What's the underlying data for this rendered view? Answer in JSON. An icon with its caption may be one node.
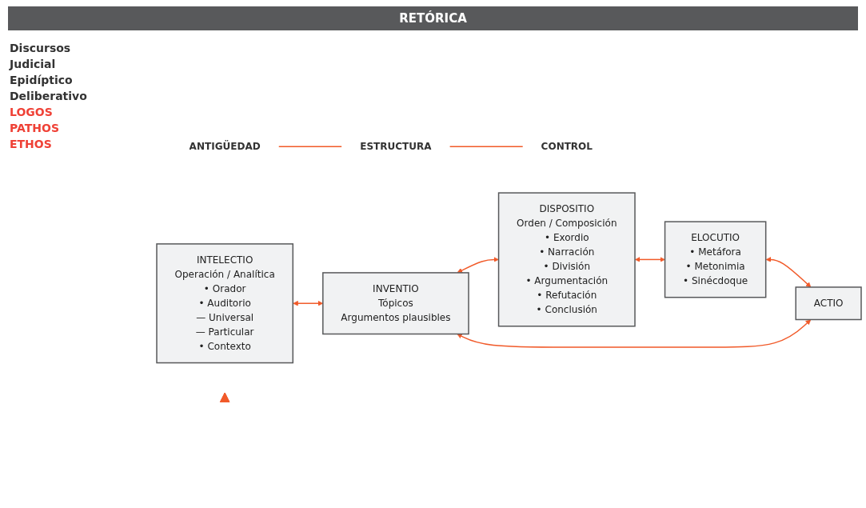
{
  "diagram": {
    "title": "RETÓRICA",
    "nodes": [
      {
        "text": [
          "ANTIGÜEDAD"
        ]
      },
      {
        "text": [
          "ESTRUCTURA"
        ]
      },
      {
        "text": [
          "CONTROL"
        ]
      },
      {
        "text": [
          "INTELECTIO",
          "Operación / Analítica",
          "• Orador",
          "• Auditorio",
          "— Universal",
          "— Particular",
          "• Contexto"
        ]
      },
      {
        "text": [
          "INVENTIO",
          "Tópicos",
          "Argumentos plausibles"
        ]
      },
      {
        "text": [
          "DISPOSITIO",
          "Orden / Composición",
          "• Exordio",
          "• Narración",
          "• División",
          "• Argumentación",
          "• Refutación",
          "• Conclusión"
        ]
      },
      {
        "text": [],
        "shape": "triangle"
      },
      {
        "text": [
          "ELOCUTIO",
          "• Metáfora",
          "• Metonimia",
          "• Sinécdoque"
        ]
      },
      {
        "text": [
          "ACTIO"
        ]
      }
    ],
    "edges": [
      {
        "from": 0,
        "to": 1,
        "arrow": "none"
      },
      {
        "from": 1,
        "to": 2,
        "arrow": "none"
      },
      {
        "from": 3,
        "to": 4,
        "arrow": "both"
      },
      {
        "from": 4,
        "to": 5,
        "arrow": "both"
      },
      {
        "from": 5,
        "to": 7,
        "arrow": "both"
      },
      {
        "from": 7,
        "to": 8,
        "arrow": "both"
      },
      {
        "from": 8,
        "to": 4,
        "arrow": "both"
      }
    ],
    "labels": [
      "Discursos",
      "Judicial",
      "Epidíptico",
      "Deliberativo",
      "LOGOS",
      "PATHOS",
      "ETHOS"
    ]
  }
}
